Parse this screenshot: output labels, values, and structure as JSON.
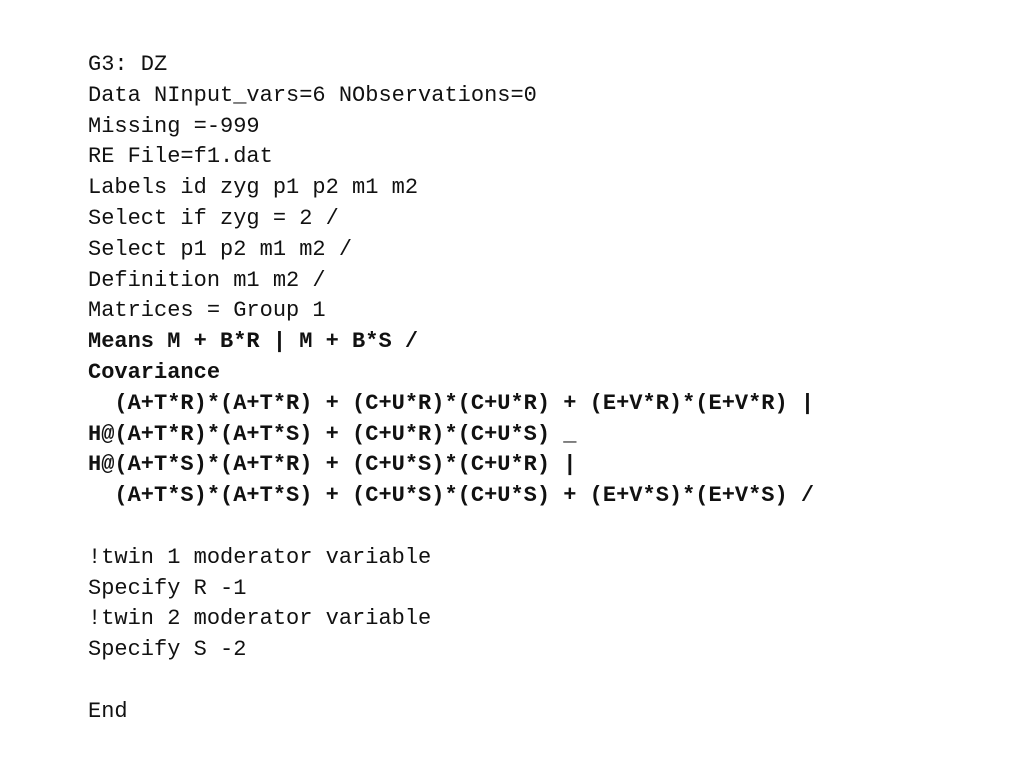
{
  "lines": [
    {
      "text": "G3: DZ",
      "bold": false
    },
    {
      "text": "Data NInput_vars=6 NObservations=0",
      "bold": false
    },
    {
      "text": "Missing =-999",
      "bold": false
    },
    {
      "text": "RE File=f1.dat",
      "bold": false
    },
    {
      "text": "Labels id zyg p1 p2 m1 m2",
      "bold": false
    },
    {
      "text": "Select if zyg = 2 /",
      "bold": false
    },
    {
      "text": "Select p1 p2 m1 m2 /",
      "bold": false
    },
    {
      "text": "Definition m1 m2 /",
      "bold": false
    },
    {
      "text": "Matrices = Group 1",
      "bold": false
    },
    {
      "text": "Means M + B*R | M + B*S /",
      "bold": true
    },
    {
      "text": "Covariance",
      "bold": true
    },
    {
      "text": "  (A+T*R)*(A+T*R) + (C+U*R)*(C+U*R) + (E+V*R)*(E+V*R) |",
      "bold": true
    },
    {
      "text": "H@(A+T*R)*(A+T*S) + (C+U*R)*(C+U*S) _",
      "bold": true
    },
    {
      "text": "H@(A+T*S)*(A+T*R) + (C+U*S)*(C+U*R) |",
      "bold": true
    },
    {
      "text": "  (A+T*S)*(A+T*S) + (C+U*S)*(C+U*S) + (E+V*S)*(E+V*S) /",
      "bold": true
    },
    {
      "text": "",
      "bold": false
    },
    {
      "text": "!twin 1 moderator variable",
      "bold": false
    },
    {
      "text": "Specify R -1",
      "bold": false
    },
    {
      "text": "!twin 2 moderator variable",
      "bold": false
    },
    {
      "text": "Specify S -2",
      "bold": false
    },
    {
      "text": "",
      "bold": false
    },
    {
      "text": "End",
      "bold": false
    }
  ]
}
